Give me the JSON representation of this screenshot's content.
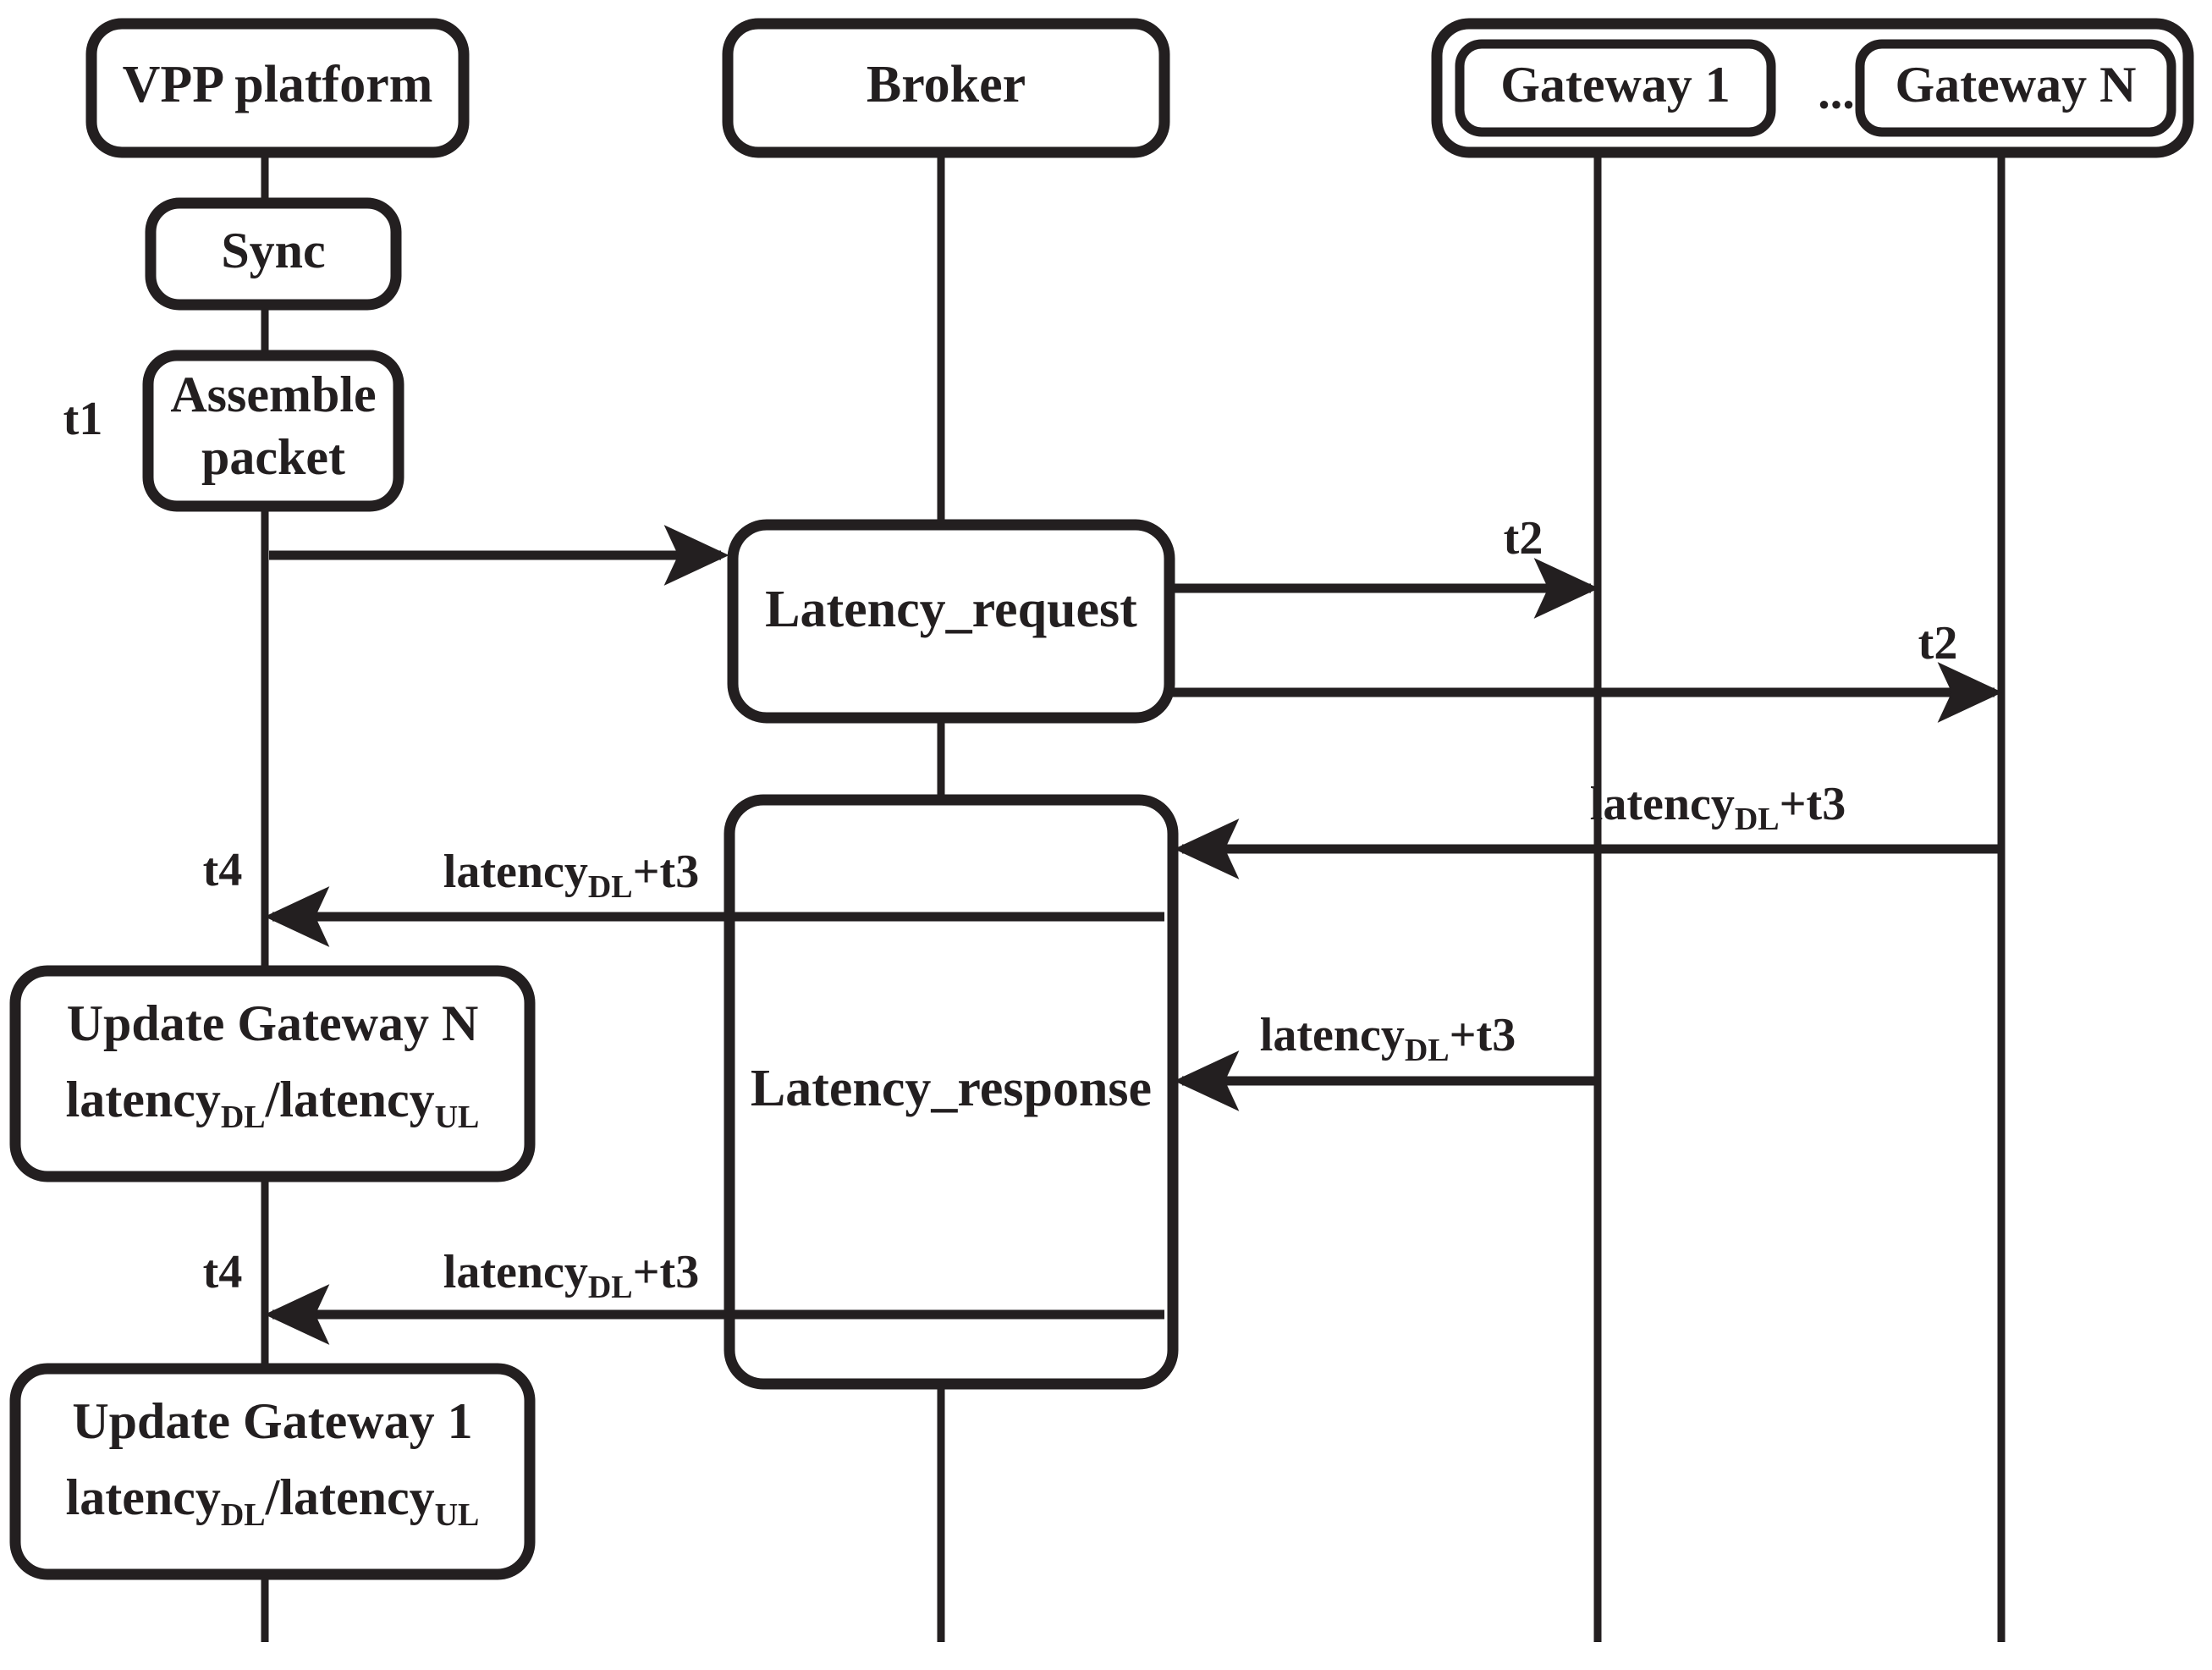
{
  "diagram": {
    "kind": "sequence-diagram",
    "title": "VPP platform latency measurement sequence",
    "stroke_color": "#231f20",
    "background_color": "#ffffff",
    "participants": [
      {
        "id": "vpp",
        "label": "VPP platform"
      },
      {
        "id": "broker",
        "label": "Broker"
      },
      {
        "id": "gw1",
        "label": "Gateway 1"
      },
      {
        "id": "gwN",
        "label": "Gateway N"
      }
    ],
    "gateway_group_separator": "...",
    "activations": [
      {
        "id": "sync",
        "label": "Sync",
        "on": "vpp"
      },
      {
        "id": "assemble",
        "label_line1": "Assemble",
        "label_line2": "packet",
        "on": "vpp"
      },
      {
        "id": "latency_request",
        "label": "Latency_request",
        "on": "broker"
      },
      {
        "id": "latency_response",
        "label": "Latency_response",
        "on": "broker"
      },
      {
        "id": "update_gw_n",
        "label_line1": "Update Gateway N",
        "label_line2_a": "latency",
        "label_line2_sub_a": "DL",
        "label_line2_sep": "/latency",
        "label_line2_sub_b": "UL",
        "on": "vpp"
      },
      {
        "id": "update_gw_1",
        "label_line1": "Update Gateway 1",
        "label_line2_a": "latency",
        "label_line2_sub_a": "DL",
        "label_line2_sep": "/latency",
        "label_line2_sub_b": "UL",
        "on": "vpp"
      }
    ],
    "time_markers": [
      {
        "id": "t1",
        "label": "t1",
        "note": "left of Assemble packet box"
      },
      {
        "id": "t2_gw1",
        "label": "t2",
        "note": "above arrow arriving at Gateway 1"
      },
      {
        "id": "t2_gwN",
        "label": "t2",
        "note": "above arrow arriving at Gateway N"
      },
      {
        "id": "t4_n",
        "label": "t4",
        "note": "left of first response arrow at VPP"
      },
      {
        "id": "t4_1",
        "label": "t4",
        "note": "left of second response arrow at VPP"
      }
    ],
    "messages": [
      {
        "id": "m1",
        "from": "vpp",
        "to": "broker",
        "label": "",
        "direction": "right"
      },
      {
        "id": "m2",
        "from": "broker",
        "to": "gw1",
        "label_prefix": "",
        "marker": "t2",
        "direction": "right"
      },
      {
        "id": "m3",
        "from": "broker",
        "to": "gwN",
        "label_prefix": "",
        "marker": "t2",
        "direction": "right"
      },
      {
        "id": "m4",
        "from": "gwN",
        "to": "broker",
        "label_main": "latency",
        "label_sub": "DL",
        "label_suffix": "+t3",
        "direction": "left"
      },
      {
        "id": "m5",
        "from": "broker",
        "to": "vpp",
        "label_main": "latency",
        "label_sub": "DL",
        "label_suffix": "+t3",
        "marker": "t4",
        "direction": "left"
      },
      {
        "id": "m6",
        "from": "gw1",
        "to": "broker",
        "label_main": "latency",
        "label_sub": "DL",
        "label_suffix": "+t3",
        "direction": "left"
      },
      {
        "id": "m7",
        "from": "broker",
        "to": "vpp",
        "label_main": "latency",
        "label_sub": "DL",
        "label_suffix": "+t3",
        "marker": "t4",
        "direction": "left"
      }
    ]
  },
  "labels": {
    "vpp_platform": "VPP platform",
    "broker": "Broker",
    "gateway_1": "Gateway 1",
    "gateway_n": "Gateway N",
    "ellipsis": "...",
    "sync": "Sync",
    "assemble_line1": "Assemble",
    "assemble_line2": "packet",
    "latency_request": "Latency_request",
    "latency_response": "Latency_response",
    "update_gw_n_line1": "Update Gateway N",
    "update_gw_1_line1": "Update Gateway 1",
    "latency_word": "latency",
    "sub_dl": "DL",
    "sub_ul": "UL",
    "slash_latency": "/latency",
    "plus_t3": "+t3",
    "t1": "t1",
    "t2_a": "t2",
    "t2_b": "t2",
    "t4_a": "t4",
    "t4_b": "t4"
  }
}
